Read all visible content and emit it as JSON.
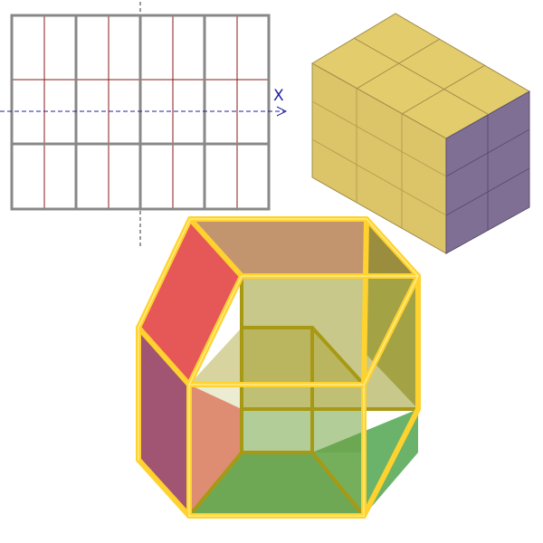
{
  "grid_view": {
    "columns": 8,
    "rows": 3,
    "axis_label": "X",
    "colors": {
      "outline": "#888888",
      "inner_line": "#8b1a1a",
      "axis": "#1f1fa0"
    }
  },
  "block_view": {
    "blocks_wide": 3,
    "blocks_deep": 2,
    "blocks_high": 3,
    "colors": {
      "top": "#e2cc6c",
      "front": "#dcc469",
      "side": "#7f6f94",
      "edge": "#a08c4a"
    }
  },
  "hypercube_view": {
    "colors": {
      "edge_bright": "#ffd22e",
      "edge_dark": "#a89914",
      "face_red": "#e23a3a",
      "face_green": "#2f8f2f",
      "face_olive": "#8a8a2a",
      "face_brown": "#b47a4a",
      "face_purple": "#7a3a6a"
    }
  }
}
